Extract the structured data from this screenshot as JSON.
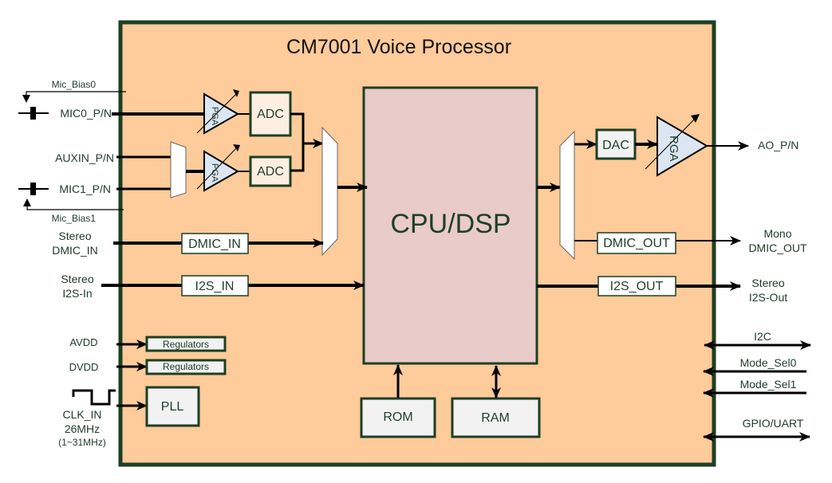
{
  "diagram": {
    "title": "CM7001 Voice Processor",
    "core": "CPU/DSP",
    "colors": {
      "chip_fill": "#fecb9a",
      "border": "#1c3f24",
      "cpu_fill": "#e9cbc9",
      "adc_fill": "#fdeee2",
      "block_fill": "#f2f2f2",
      "pga_fill": "#dce6f2",
      "text": "#1f3a2a"
    },
    "left_pins": {
      "mic_bias0": "Mic_Bias0",
      "mic0": "MIC0_P/N",
      "auxin": "AUXIN_P/N",
      "mic1": "MIC1_P/N",
      "mic_bias1": "Mic_Bias1",
      "dmic_in_line1": "Stereo",
      "dmic_in_line2": "DMIC_IN",
      "i2s_in_line1": "Stereo",
      "i2s_in_line2": "I2S-In",
      "avdd": "AVDD",
      "dvdd": "DVDD",
      "clk_line1": "CLK_IN",
      "clk_line2": "26MHz",
      "clk_line3": "(1~31MHz)"
    },
    "blocks": {
      "pga": "PGA",
      "adc": "ADC",
      "dmic_in": "DMIC_IN",
      "i2s_in": "I2S_IN",
      "regulators": "Regulators",
      "pll": "PLL",
      "rom": "ROM",
      "ram": "RAM",
      "dac": "DAC",
      "rga": "RGA",
      "dmic_out": "DMIC_OUT",
      "i2s_out": "I2S_OUT"
    },
    "right_pins": {
      "ao": "AO_P/N",
      "dmic_out_line1": "Mono",
      "dmic_out_line2": "DMIC_OUT",
      "i2s_out_line1": "Stereo",
      "i2s_out_line2": "I2S-Out",
      "i2c": "I2C",
      "mode_sel0": "Mode_Sel0",
      "mode_sel1": "Mode_Sel1",
      "gpio_uart": "GPIO/UART"
    }
  }
}
